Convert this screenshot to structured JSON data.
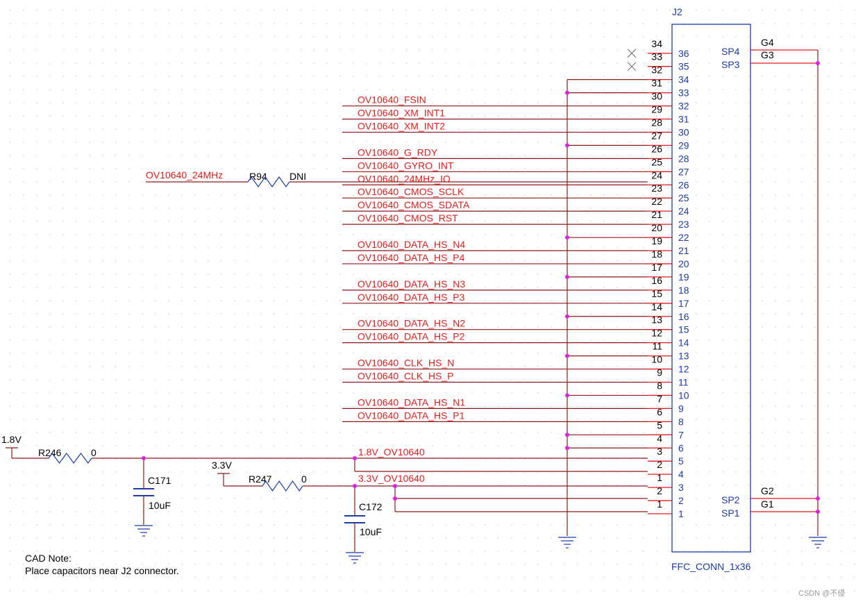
{
  "colors": {
    "wire": "#8b1a1a",
    "net_text": "#e31b1b",
    "comp": "#1d3aa8",
    "junction": "#e020e0",
    "pin": "#e31b1b",
    "text": "#000000",
    "grid_dot": "#c8c8c8"
  },
  "connector": {
    "refdes": "J2",
    "value": "FFC_CONN_1x36",
    "pins": [
      "1",
      "2",
      "3",
      "4",
      "5",
      "6",
      "7",
      "8",
      "9",
      "10",
      "11",
      "12",
      "13",
      "14",
      "15",
      "16",
      "17",
      "18",
      "19",
      "20",
      "21",
      "22",
      "23",
      "24",
      "25",
      "26",
      "27",
      "28",
      "29",
      "30",
      "31",
      "32",
      "33",
      "34",
      "35",
      "36"
    ],
    "sp_pins": [
      "SP4",
      "SP3",
      "SP2",
      "SP1"
    ],
    "g_nets": [
      "G4",
      "G3",
      "G2",
      "G1"
    ]
  },
  "signal_nets": [
    {
      "pin": "32",
      "label": "OV10640_FSIN"
    },
    {
      "pin": "31",
      "label": "OV10640_XM_INT1"
    },
    {
      "pin": "30",
      "label": "OV10640_XM_INT2"
    },
    {
      "pin": "28",
      "label": "OV10640_G_RDY"
    },
    {
      "pin": "27",
      "label": "OV10640_GYRO_INT"
    },
    {
      "pin": "26",
      "label": "OV10640_24MHz_IO"
    },
    {
      "pin": "25",
      "label": "OV10640_CMOS_SCLK"
    },
    {
      "pin": "24",
      "label": "OV10640_CMOS_SDATA"
    },
    {
      "pin": "23",
      "label": "OV10640_CMOS_RST"
    },
    {
      "pin": "21",
      "label": "OV10640_DATA_HS_N4"
    },
    {
      "pin": "20",
      "label": "OV10640_DATA_HS_P4"
    },
    {
      "pin": "18",
      "label": "OV10640_DATA_HS_N3"
    },
    {
      "pin": "17",
      "label": "OV10640_DATA_HS_P3"
    },
    {
      "pin": "15",
      "label": "OV10640_DATA_HS_N2"
    },
    {
      "pin": "14",
      "label": "OV10640_DATA_HS_P2"
    },
    {
      "pin": "12",
      "label": "OV10640_CLK_HS_N"
    },
    {
      "pin": "11",
      "label": "OV10640_CLK_HS_P"
    },
    {
      "pin": "9",
      "label": "OV10640_DATA_HS_N1"
    },
    {
      "pin": "8",
      "label": "OV10640_DATA_HS_P1"
    }
  ],
  "ground_pins": [
    "33",
    "29",
    "22",
    "19",
    "16",
    "13",
    "10",
    "7",
    "6"
  ],
  "r94": {
    "refdes": "R94",
    "value": "DNI",
    "net": "OV10640_24MHz"
  },
  "power": {
    "v18": "1.8V",
    "v33": "3.3V",
    "net18": "1.8V_OV10640",
    "net33": "3.3V_OV10640"
  },
  "r246": {
    "refdes": "R246",
    "value": "0"
  },
  "r247": {
    "refdes": "R247",
    "value": "0"
  },
  "c171": {
    "refdes": "C171",
    "value": "10uF"
  },
  "c172": {
    "refdes": "C172",
    "value": "10uF"
  },
  "note": {
    "line1": "CAD Note:",
    "line2": "Place capacitors near J2 connector."
  },
  "watermark": "CSDN @不侵"
}
